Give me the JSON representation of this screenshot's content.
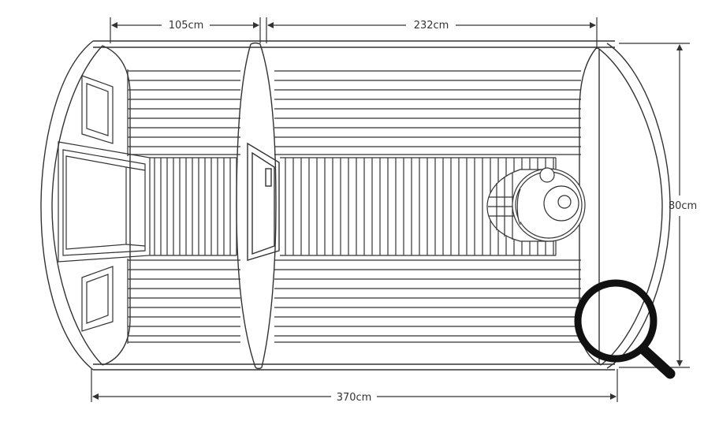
{
  "dimensions": {
    "top_left": "105cm",
    "top_right": "232cm",
    "bottom": "370cm",
    "right": "80cm"
  },
  "colors": {
    "line": "#333333",
    "background": "#ffffff",
    "zoom_icon": "#111111"
  },
  "controls": {
    "zoom_icon": "magnifier-icon"
  }
}
